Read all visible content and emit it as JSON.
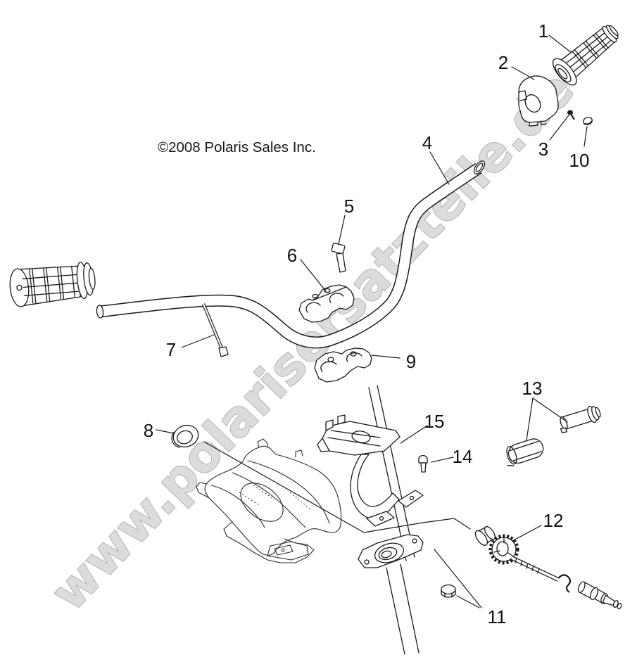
{
  "diagram": {
    "watermark": "www.polarisersatzteile.de",
    "copyright": "©2008 Polaris Sales Inc."
  },
  "callouts": {
    "c1": "1",
    "c2": "2",
    "c3": "3",
    "c4": "4",
    "c5": "5",
    "c6": "6",
    "c7": "7",
    "c8": "8",
    "c9": "9",
    "c10": "10",
    "c11": "11",
    "c12": "12",
    "c13": "13",
    "c14": "14",
    "c15": "15"
  },
  "colors": {
    "background": "#ffffff",
    "line": "#1a1a1a",
    "watermark_fill": "#dcdcdc",
    "watermark_outline": "#b2b2b2"
  }
}
